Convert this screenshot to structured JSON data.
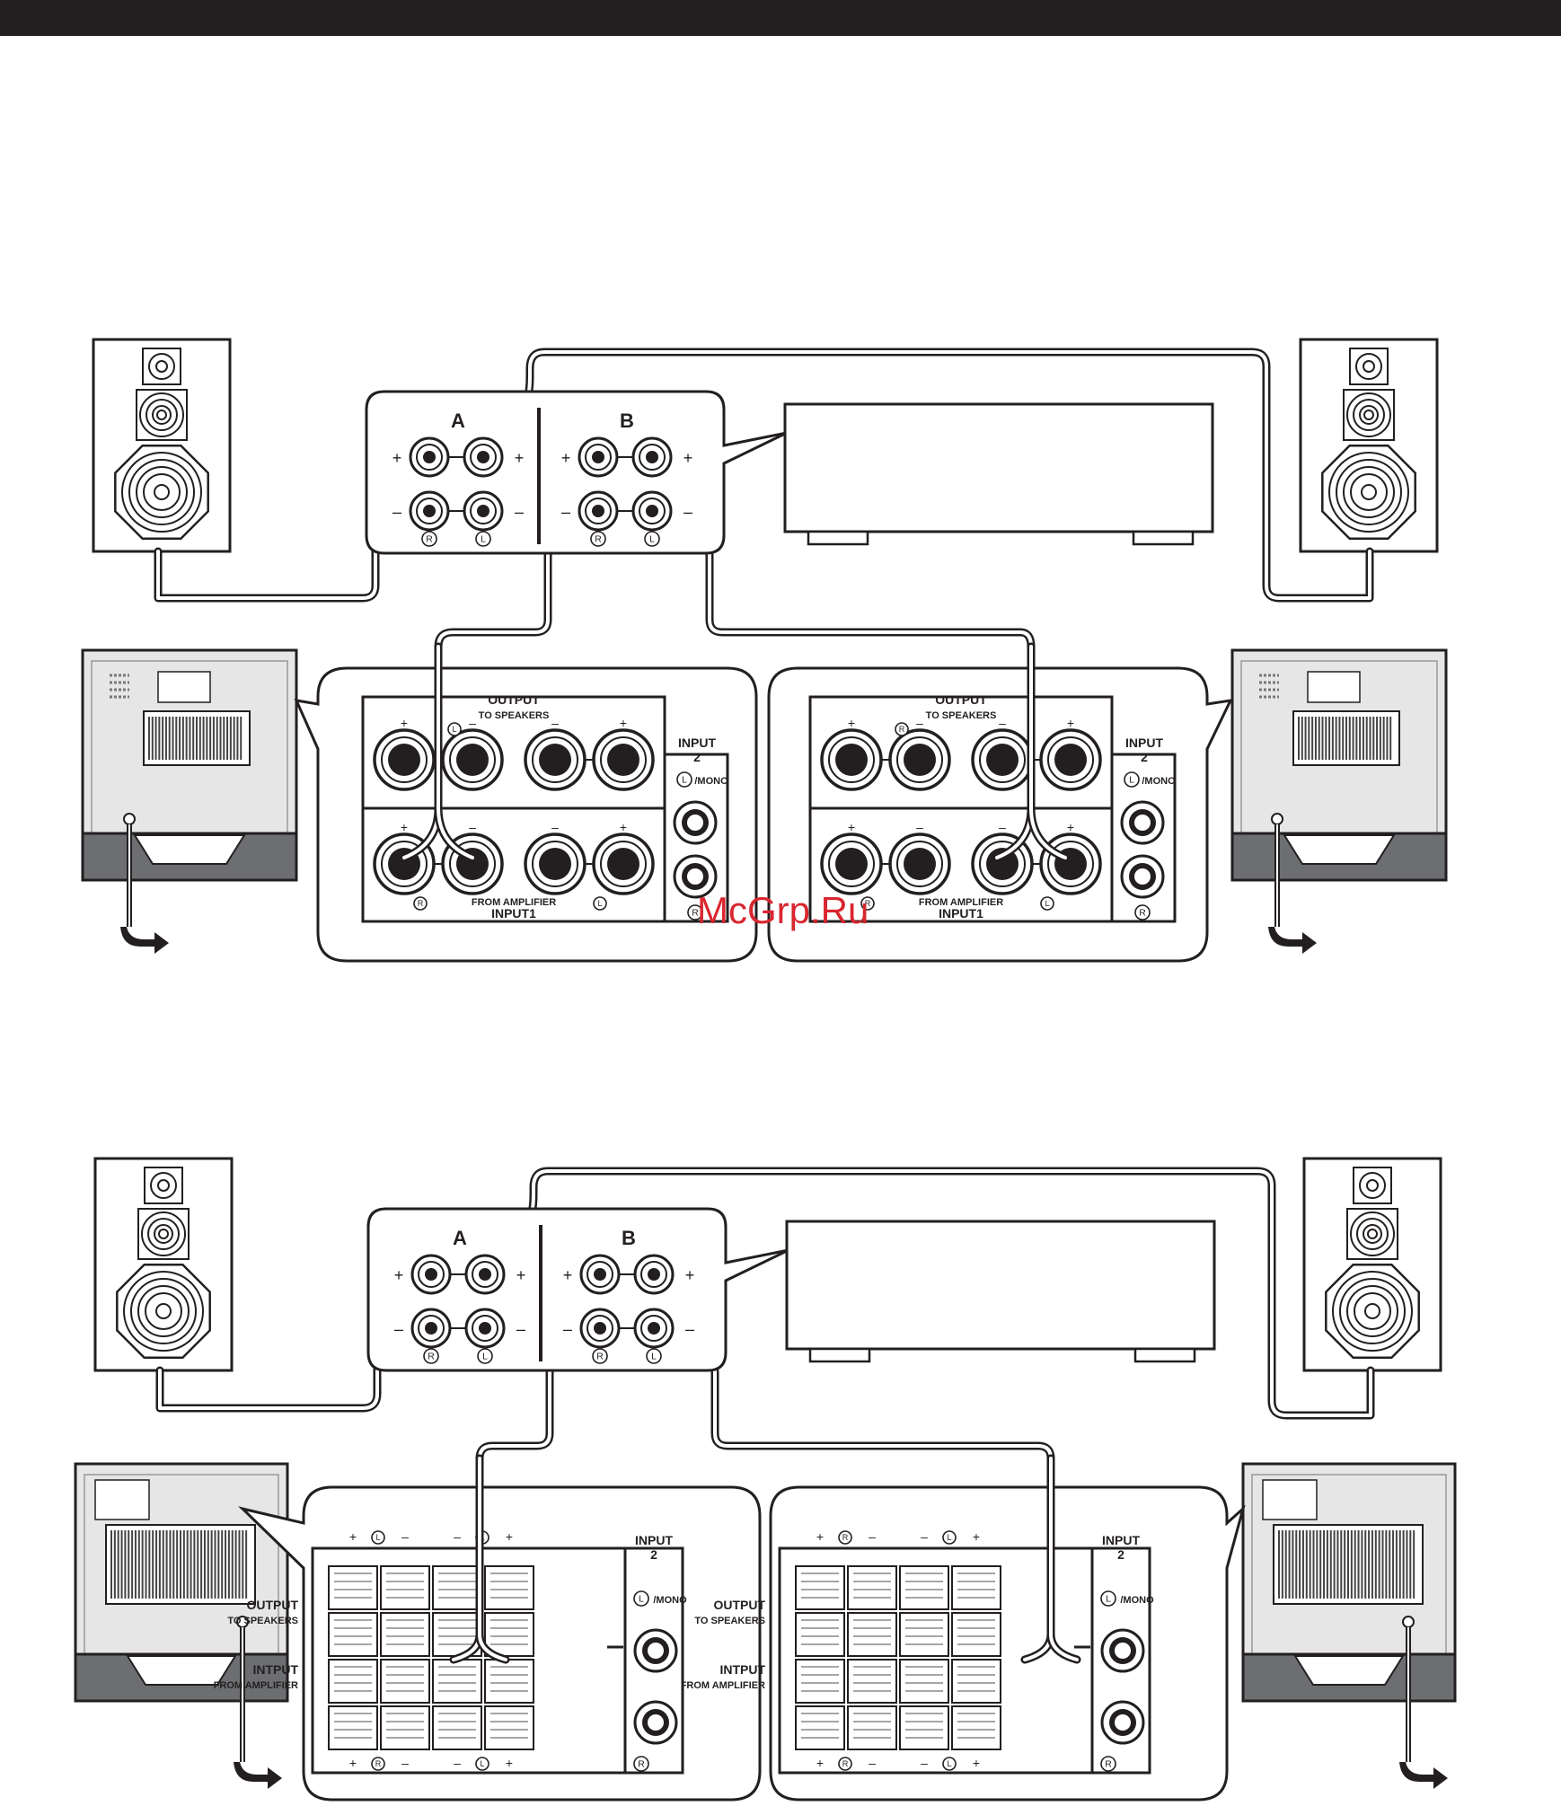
{
  "header": {
    "bar_color": "#231f20"
  },
  "watermark": {
    "text": "McGrp.Ru",
    "color": "#d9262f"
  },
  "colors": {
    "ink": "#231f20",
    "panel": "#e6e6e6",
    "dark": "#6d6e71"
  },
  "amp_panel": {
    "a_label": "A",
    "b_label": "B",
    "plus": "+",
    "minus": "–",
    "r": "R",
    "l": "L"
  },
  "sub_panel": {
    "output_label": "OUTPUT",
    "to_speakers": "TO SPEAKERS",
    "input1_label": "INPUT1",
    "from_amplifier": "FROM AMPLIFIER",
    "input2_label": "INPUT",
    "input2_num": "2",
    "mono_label": "/MONO",
    "output_upper": "OUTPUT",
    "to_speakers_upper": "TO SPEAKERS",
    "intput_label": "INTPUT",
    "from_amplifier_upper": "FROM AMPLIFIER",
    "r": "R",
    "l": "L",
    "plus": "+",
    "minus": "–"
  }
}
